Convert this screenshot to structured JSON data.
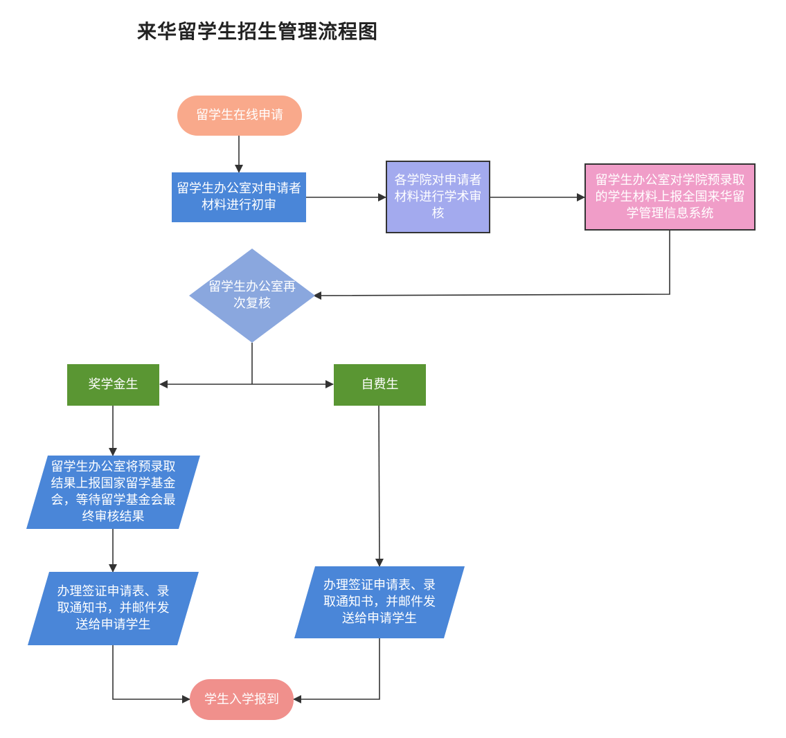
{
  "title": "来华留学生招生管理流程图",
  "nodes": {
    "start": "留学生在线申请",
    "initial_review": "留学生办公室对申请者材料进行初审",
    "academic_review": "各学院对申请者材料进行学术审核",
    "report_system": "留学生办公室对学院预录取的学生材料上报全国来华留学管理信息系统",
    "recheck": "留学生办公室再次复核",
    "scholarship": "奖学金生",
    "self_funded": "自费生",
    "report_csc": "留学生办公室将预录取结果上报国家留学基金会，等待留学基金会最终审核结果",
    "visa_left": "办理签证申请表、录取通知书，并邮件发送给申请学生",
    "visa_right": "办理签证申请表、录取通知书，并邮件发送给申请学生",
    "enroll": "学生入学报到"
  },
  "colors": {
    "start": "#f9a98b",
    "blue": "#4a86d8",
    "academic": "#a3aaee",
    "report": "#f09dc8",
    "diamond": "#8aa7de",
    "green": "#5a9633",
    "enroll": "#f0908c",
    "line": "#333333"
  }
}
